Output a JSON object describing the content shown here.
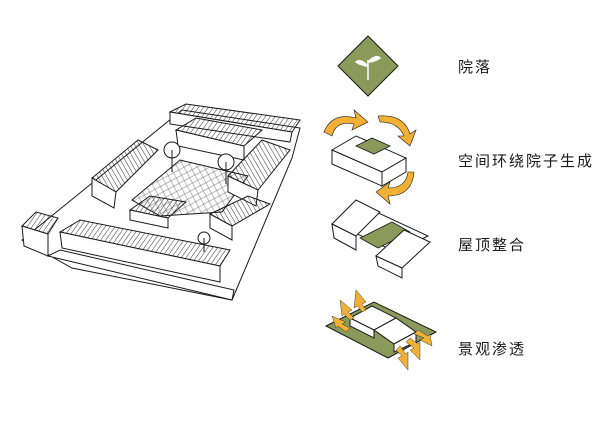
{
  "diagram": {
    "colors": {
      "courtyard_green": "#8a9a5b",
      "arrow_orange": "#f2b134",
      "ink": "#1a1a1a",
      "paper": "#ffffff"
    },
    "items": [
      {
        "label": "院落",
        "icon": "courtyard-plant-icon"
      },
      {
        "label": "空间环绕院子生成",
        "icon": "space-surround-arrows-icon"
      },
      {
        "label": "屋顶整合",
        "icon": "roof-integration-icon"
      },
      {
        "label": "景观渗透",
        "icon": "landscape-penetration-icon"
      }
    ],
    "illustration": "siheyuan-courtyard-house"
  }
}
